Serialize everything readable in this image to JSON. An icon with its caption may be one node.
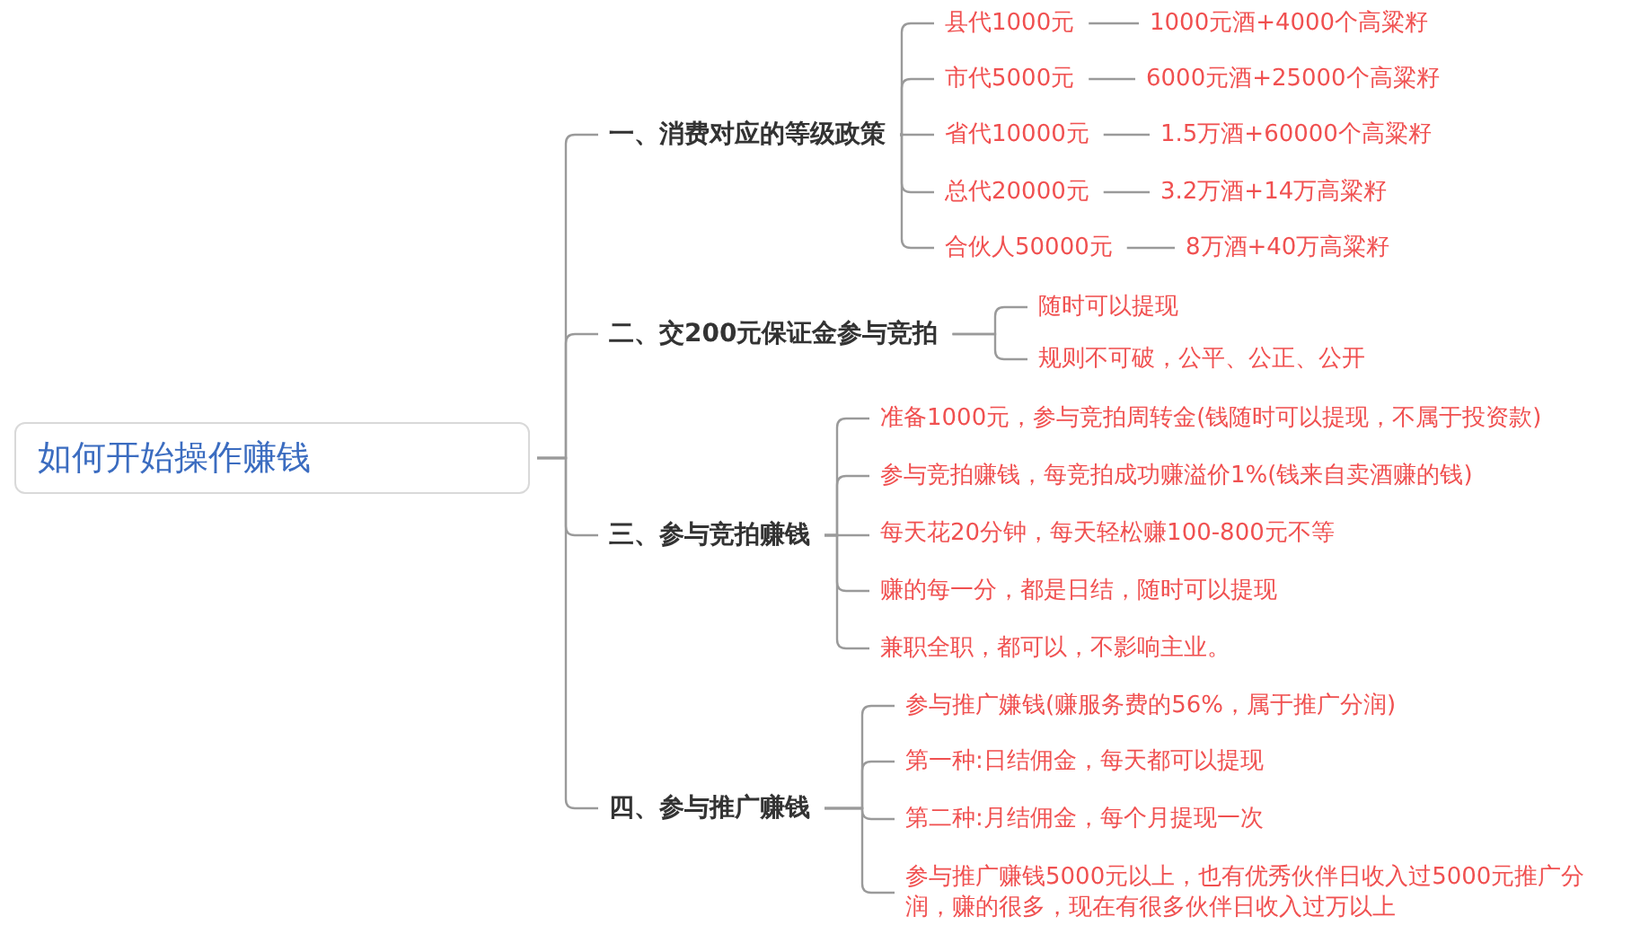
{
  "diagram": {
    "nodes": [
      {
        "text": [
          "如何开始操作赚钱"
        ]
      },
      {
        "text": [
          "一、消费对应的等级政策"
        ]
      },
      {
        "text": [
          "县代1000元"
        ]
      },
      {
        "text": [
          "1000元酒+4000个高粱籽"
        ]
      },
      {
        "text": [
          "市代5000元"
        ]
      },
      {
        "text": [
          "6000元酒+25000个高粱籽"
        ]
      },
      {
        "text": [
          "省代10000元"
        ]
      },
      {
        "text": [
          "1.5万酒+60000个高粱籽"
        ]
      },
      {
        "text": [
          "总代20000元"
        ]
      },
      {
        "text": [
          "3.2万酒+14万高粱籽"
        ]
      },
      {
        "text": [
          "合伙人50000元"
        ]
      },
      {
        "text": [
          "8万酒+40万高粱籽"
        ]
      },
      {
        "text": [
          "二、交200元保证金参与竞拍"
        ]
      },
      {
        "text": [
          "随时可以提现"
        ]
      },
      {
        "text": [
          "规则不可破，公平、公正、公开"
        ]
      },
      {
        "text": [
          "三、参与竞拍赚钱"
        ]
      },
      {
        "text": [
          "准备1000元，参与竞拍周转金(钱随时可以提现，不属于投资款)"
        ]
      },
      {
        "text": [
          "参与竞拍赚钱，每竞拍成功赚溢价1%(钱来自卖酒赚的钱)"
        ]
      },
      {
        "text": [
          "每天花20分钟，每天轻松赚100-800元不等"
        ]
      },
      {
        "text": [
          "赚的每一分，都是日结，随时可以提现"
        ]
      },
      {
        "text": [
          "兼职全职，都可以，不影响主业。"
        ]
      },
      {
        "text": [
          "四、参与推广赚钱"
        ]
      },
      {
        "text": [
          "参与推广嫌钱(赚服务费的56%，属于推广分润)"
        ]
      },
      {
        "text": [
          "第一种:日结佣金，每天都可以提现"
        ]
      },
      {
        "text": [
          "第二种:月结佣金，每个月提现一次"
        ]
      },
      {
        "text": [
          "参与推广赚钱5000元以上，也有优秀伙伴日收入过5000元推广分润，赚的很多，现在有很多伙伴日收入过万以上"
        ]
      }
    ],
    "edges": [
      {
        "from": 0,
        "to": 1,
        "arrow": "none"
      },
      {
        "from": 1,
        "to": 2,
        "arrow": "none"
      },
      {
        "from": 2,
        "to": 3,
        "arrow": "none"
      },
      {
        "from": 1,
        "to": 4,
        "arrow": "none"
      },
      {
        "from": 4,
        "to": 5,
        "arrow": "none"
      },
      {
        "from": 1,
        "to": 6,
        "arrow": "none"
      },
      {
        "from": 6,
        "to": 7,
        "arrow": "none"
      },
      {
        "from": 1,
        "to": 8,
        "arrow": "none"
      },
      {
        "from": 8,
        "to": 9,
        "arrow": "none"
      },
      {
        "from": 1,
        "to": 10,
        "arrow": "none"
      },
      {
        "from": 10,
        "to": 11,
        "arrow": "none"
      },
      {
        "from": 0,
        "to": 12,
        "arrow": "none"
      },
      {
        "from": 12,
        "to": 13,
        "arrow": "none"
      },
      {
        "from": 12,
        "to": 14,
        "arrow": "none"
      },
      {
        "from": 0,
        "to": 15,
        "arrow": "none"
      },
      {
        "from": 15,
        "to": 16,
        "arrow": "none"
      },
      {
        "from": 15,
        "to": 17,
        "arrow": "none"
      },
      {
        "from": 15,
        "to": 18,
        "arrow": "none"
      },
      {
        "from": 15,
        "to": 19,
        "arrow": "none"
      },
      {
        "from": 15,
        "to": 20,
        "arrow": "none"
      },
      {
        "from": 0,
        "to": 21,
        "arrow": "none"
      },
      {
        "from": 21,
        "to": 22,
        "arrow": "none"
      },
      {
        "from": 21,
        "to": 23,
        "arrow": "none"
      },
      {
        "from": 21,
        "to": 24,
        "arrow": "none"
      },
      {
        "from": 21,
        "to": 25,
        "arrow": "none"
      }
    ]
  }
}
